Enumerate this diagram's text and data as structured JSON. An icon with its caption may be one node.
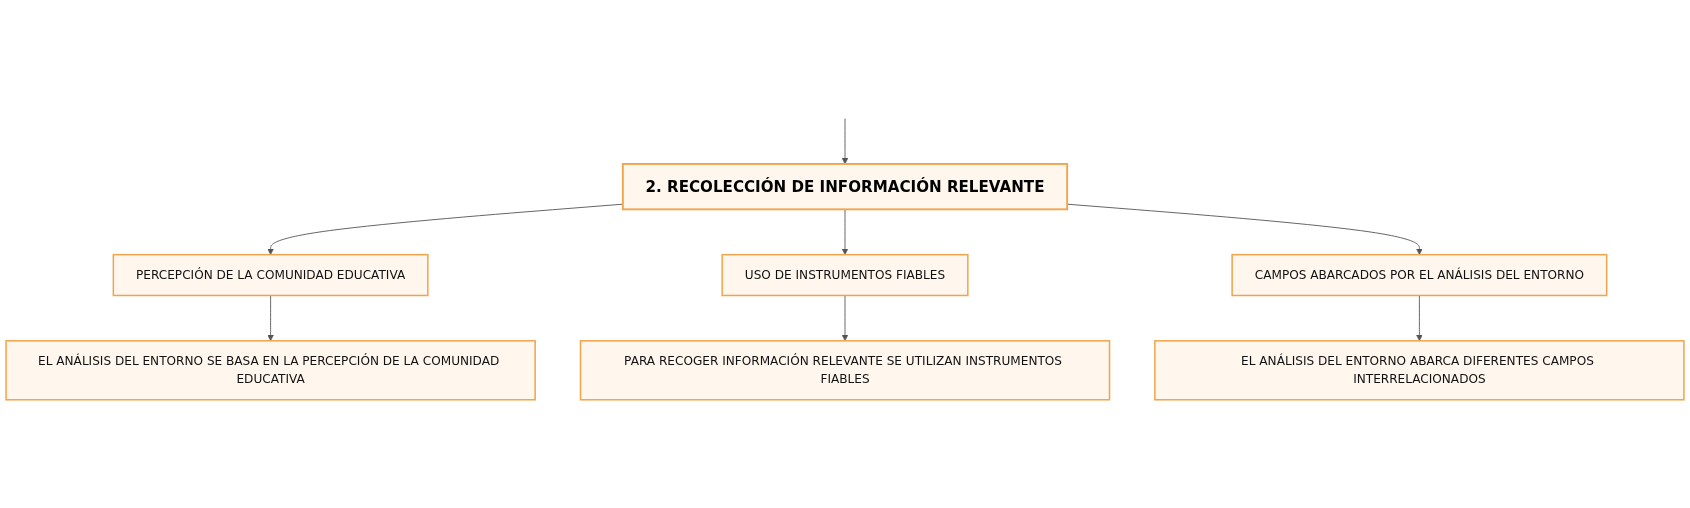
{
  "diagram": {
    "nodes": [
      {
        "text": [
          "2. RECOLECCIÓN DE INFORMACIÓN RELEVANTE"
        ]
      },
      {
        "text": [
          "PERCEPCIÓN DE LA COMUNIDAD EDUCATIVA"
        ]
      },
      {
        "text": [
          "USO DE INSTRUMENTOS FIABLES"
        ]
      },
      {
        "text": [
          "CAMPOS ABARCADOS POR EL ANÁLISIS DEL ENTORNO"
        ]
      },
      {
        "text": [
          "EL ANÁLISIS DEL ENTORNO SE BASA EN LA PERCEPCIÓN DE LA COMUNIDAD EDUCATIVA"
        ]
      },
      {
        "text": [
          "PARA RECOGER INFORMACIÓN RELEVANTE SE UTILIZAN INSTRUMENTOS FIABLES"
        ]
      },
      {
        "text": [
          "EL ANÁLISIS DEL ENTORNO ABARCA DIFERENTES CAMPOS INTERRELACIONADOS"
        ]
      }
    ],
    "edges": [
      {
        "from": null,
        "to": 0,
        "arrow": "to"
      },
      {
        "from": 0,
        "to": 1,
        "arrow": "to"
      },
      {
        "from": 0,
        "to": 2,
        "arrow": "to"
      },
      {
        "from": 0,
        "to": 3,
        "arrow": "to"
      },
      {
        "from": 1,
        "to": 4,
        "arrow": "to"
      },
      {
        "from": 2,
        "to": 5,
        "arrow": "to"
      },
      {
        "from": 3,
        "to": 6,
        "arrow": "to"
      }
    ]
  }
}
